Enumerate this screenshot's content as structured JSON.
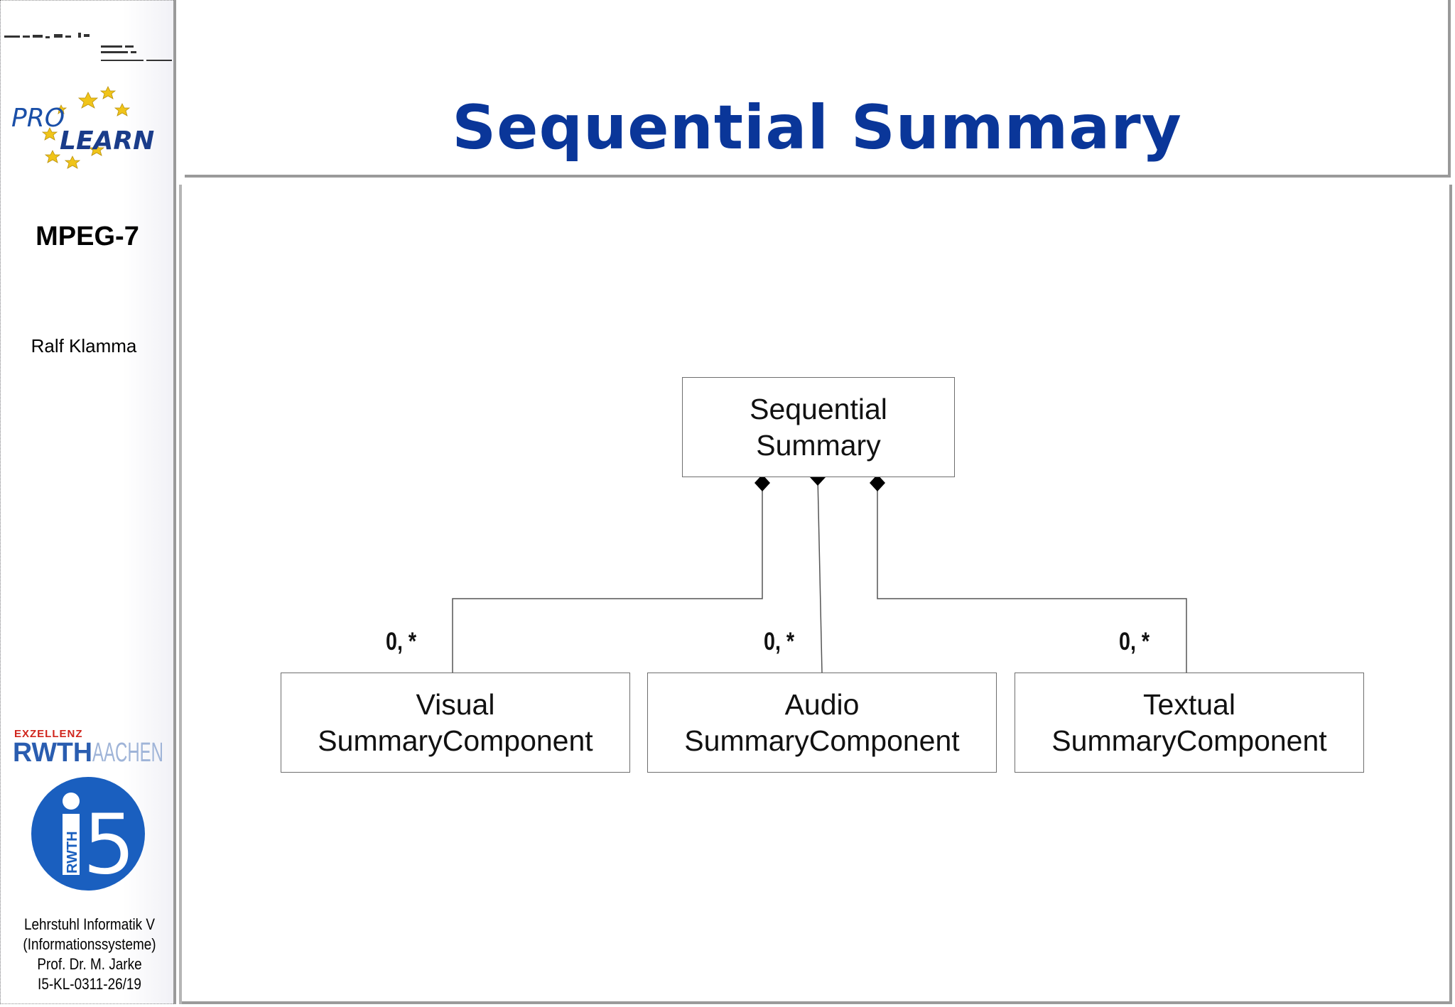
{
  "slide": {
    "title": "Sequential Summary",
    "course": "MPEG-7",
    "author": "Ralf Klamma"
  },
  "logos": {
    "prolearn_top": "PRO",
    "prolearn_bottom": "LEARN",
    "rwth_top": "EXZELLENZ",
    "rwth_left": "RWTH",
    "rwth_right": "AACHEN",
    "i5_text": "RWTH",
    "i5_digit": "5"
  },
  "footer": {
    "line1": "Lehrstuhl Informatik V",
    "line2": "(Informationssysteme)",
    "line3": "Prof. Dr. M. Jarke",
    "line4": "I5-KL-0311-26/19"
  },
  "diagram": {
    "parent": {
      "line1": "Sequential",
      "line2": "Summary"
    },
    "children": [
      {
        "line1": "Visual",
        "line2": "SummaryComponent",
        "multiplicity": "0, *"
      },
      {
        "line1": "Audio",
        "line2": "SummaryComponent",
        "multiplicity": "0, *"
      },
      {
        "line1": "Textual",
        "line2": "SummaryComponent",
        "multiplicity": "0, *"
      }
    ],
    "relation": "composition"
  },
  "colors": {
    "title": "#0a3699",
    "rule": "#9a9a9a",
    "box_border": "#6e6e6e",
    "logo_blue": "#1a4fa8",
    "logo_star": "#f0c419",
    "rwth_red": "#d0251c"
  }
}
